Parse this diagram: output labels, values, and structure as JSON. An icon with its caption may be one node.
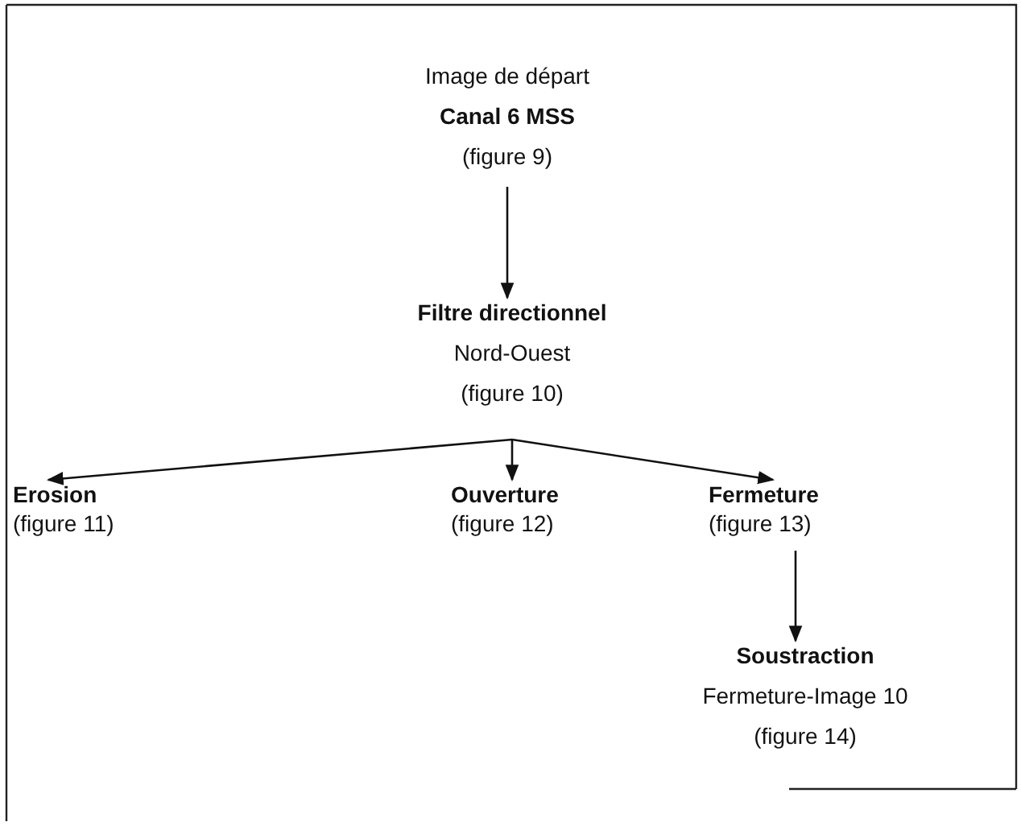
{
  "diagram": {
    "nodes": [
      {
        "text": [
          "Image de départ",
          "Canal 6 MSS",
          "(figure 9)"
        ]
      },
      {
        "text": [
          "Filtre directionnel",
          "Nord-Ouest",
          "(figure 10)"
        ]
      },
      {
        "text": [
          "Erosion",
          "(figure 11)"
        ]
      },
      {
        "text": [
          "Ouverture",
          "(figure 12)"
        ]
      },
      {
        "text": [
          "Fermeture",
          "(figure 13)"
        ]
      },
      {
        "text": [
          "Soustraction",
          "Fermeture-Image 10",
          "(figure 14)"
        ]
      }
    ],
    "edges": [
      {
        "from": 0,
        "to": 1,
        "arrow": "to"
      },
      {
        "from": 1,
        "to": 2,
        "arrow": "to"
      },
      {
        "from": 1,
        "to": 3,
        "arrow": "to"
      },
      {
        "from": 1,
        "to": 4,
        "arrow": "to"
      },
      {
        "from": 4,
        "to": 5,
        "arrow": "to"
      }
    ]
  }
}
